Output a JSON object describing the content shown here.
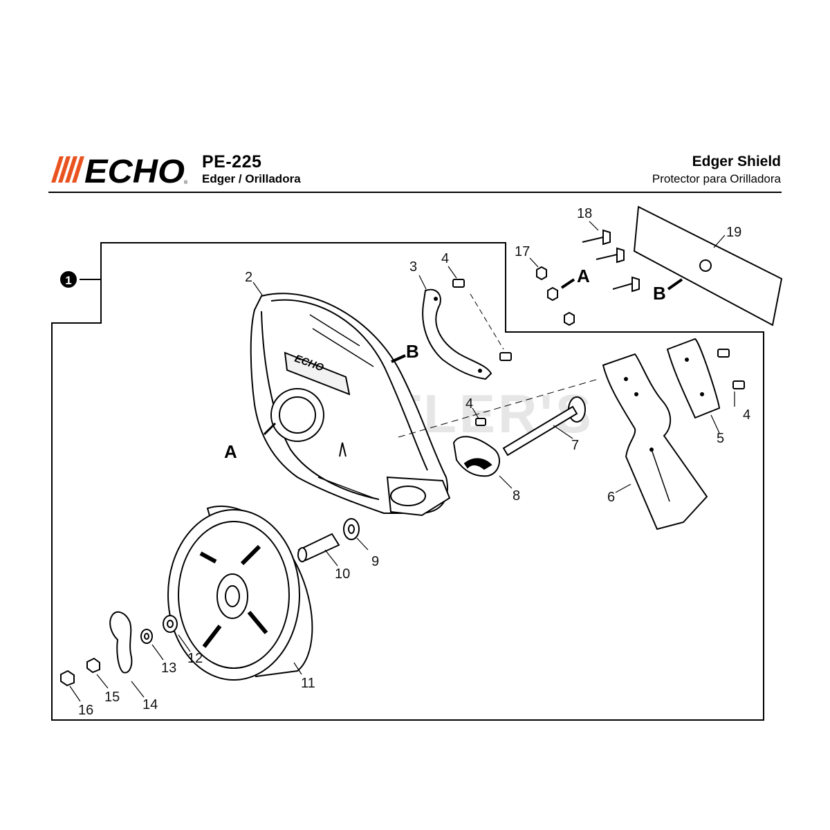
{
  "header": {
    "brand": "ECHO",
    "model": "PE-225",
    "subtitle": "Edger / Orilladora",
    "section_title": "Edger Shield",
    "section_title_es": "Protector para Orilladora",
    "brand_color": "#e8531f"
  },
  "watermark": "CUTLER'S",
  "diagram": {
    "assembly_marker": "1",
    "reference_marks": [
      "A",
      "B",
      "A",
      "B"
    ],
    "shield_logo": "ECHO",
    "callouts": [
      "2",
      "3",
      "4",
      "4",
      "4",
      "5",
      "6",
      "7",
      "8",
      "9",
      "10",
      "11",
      "12",
      "13",
      "14",
      "15",
      "16",
      "17",
      "18",
      "19"
    ]
  }
}
